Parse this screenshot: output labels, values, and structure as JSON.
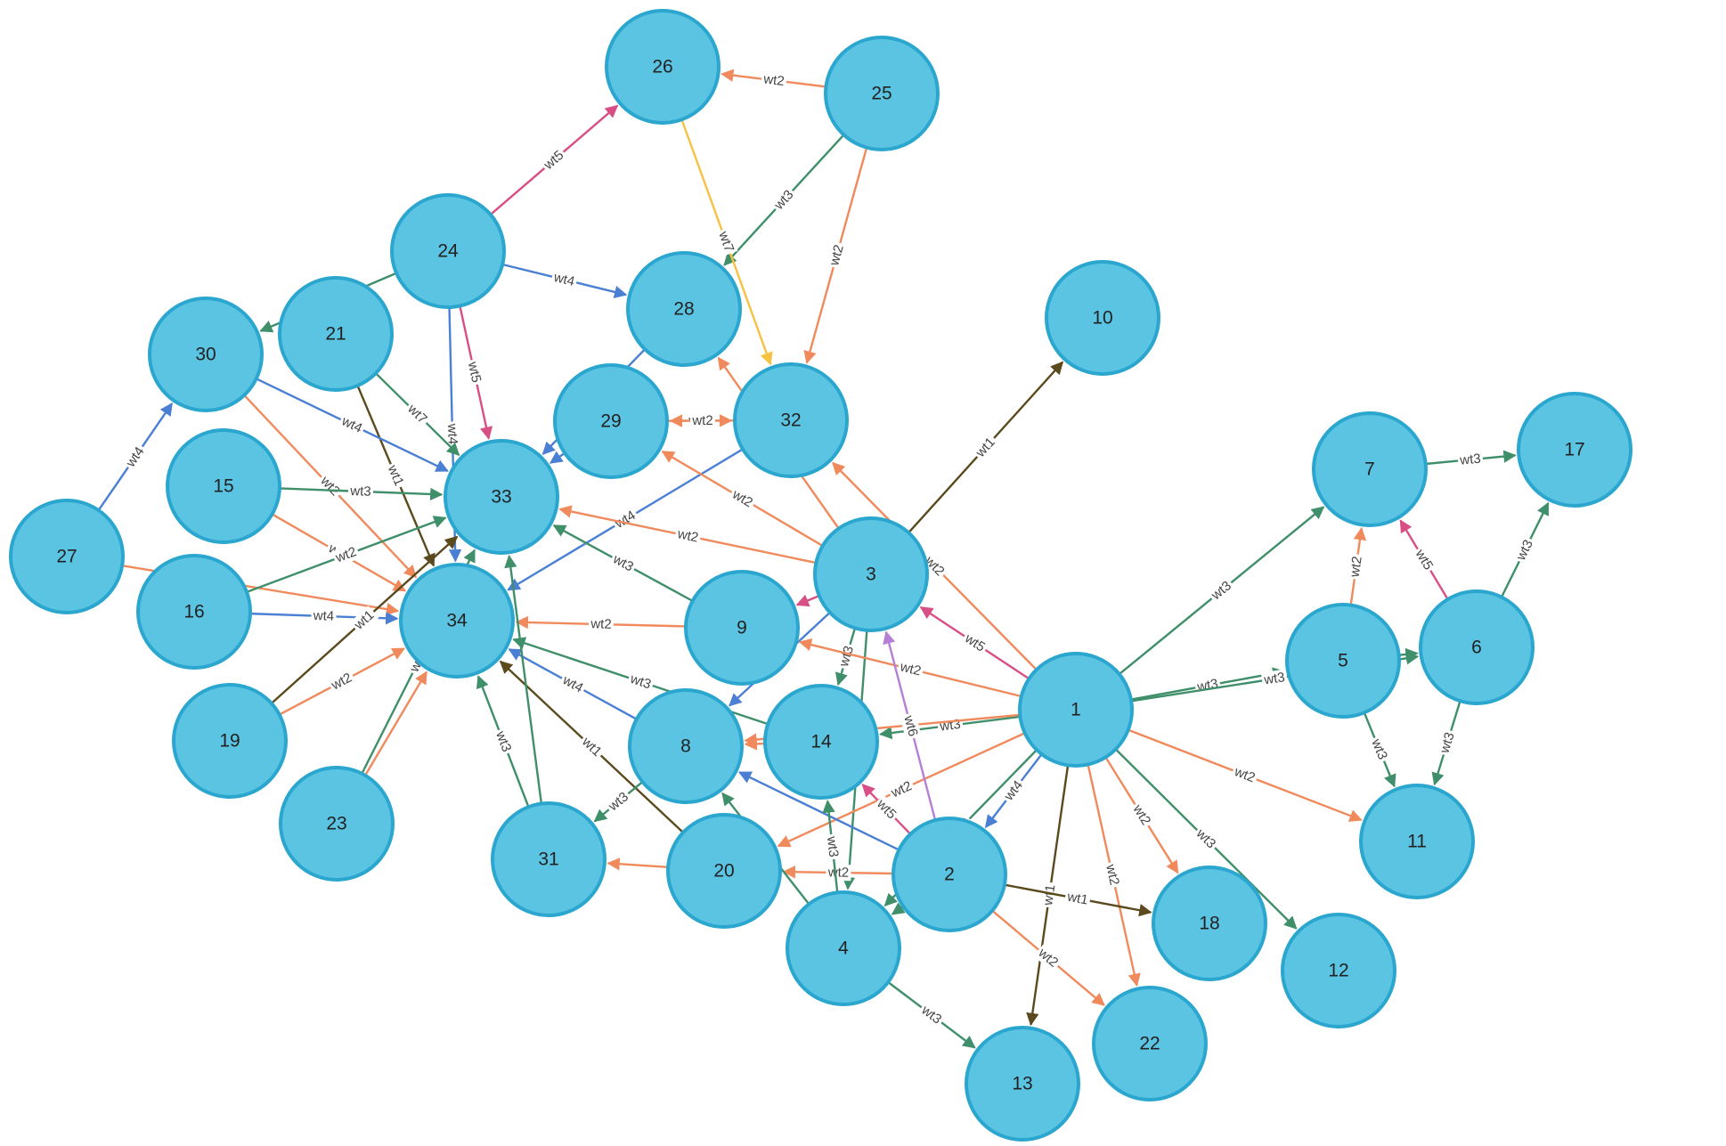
{
  "colors": {
    "node_fill": "#5bc4e3",
    "node_stroke": "#2aa6cf",
    "wt1": "#5a4a1e",
    "wt2": "#f08a5d",
    "wt3": "#3f8f6a",
    "wt4": "#4a7fd4",
    "wt5": "#d84f86",
    "wt6": "#b57fd6",
    "wt7": "#f5c242"
  },
  "nodes": [
    {
      "id": "1",
      "label": "1"
    },
    {
      "id": "2",
      "label": "2"
    },
    {
      "id": "3",
      "label": "3"
    },
    {
      "id": "4",
      "label": "4"
    },
    {
      "id": "5",
      "label": "5"
    },
    {
      "id": "6",
      "label": "6"
    },
    {
      "id": "7",
      "label": "7"
    },
    {
      "id": "8",
      "label": "8"
    },
    {
      "id": "9",
      "label": "9"
    },
    {
      "id": "10",
      "label": "10"
    },
    {
      "id": "11",
      "label": "11"
    },
    {
      "id": "12",
      "label": "12"
    },
    {
      "id": "13",
      "label": "13"
    },
    {
      "id": "14",
      "label": "14"
    },
    {
      "id": "15",
      "label": "15"
    },
    {
      "id": "16",
      "label": "16"
    },
    {
      "id": "17",
      "label": "17"
    },
    {
      "id": "18",
      "label": "18"
    },
    {
      "id": "19",
      "label": "19"
    },
    {
      "id": "20",
      "label": "20"
    },
    {
      "id": "21",
      "label": "21"
    },
    {
      "id": "22",
      "label": "22"
    },
    {
      "id": "23",
      "label": "23"
    },
    {
      "id": "24",
      "label": "24"
    },
    {
      "id": "25",
      "label": "25"
    },
    {
      "id": "26",
      "label": "26"
    },
    {
      "id": "27",
      "label": "27"
    },
    {
      "id": "28",
      "label": "28"
    },
    {
      "id": "29",
      "label": "29"
    },
    {
      "id": "30",
      "label": "30"
    },
    {
      "id": "31",
      "label": "31"
    },
    {
      "id": "32",
      "label": "32"
    },
    {
      "id": "33",
      "label": "33"
    },
    {
      "id": "34",
      "label": "34"
    }
  ],
  "edges": [
    {
      "source": "25",
      "target": "26",
      "label": "wt2",
      "weight": "wt2"
    },
    {
      "source": "25",
      "target": "28",
      "label": "wt3",
      "weight": "wt3"
    },
    {
      "source": "25",
      "target": "32",
      "label": "wt2",
      "weight": "wt2"
    },
    {
      "source": "26",
      "target": "32",
      "label": "wt7",
      "weight": "wt7"
    },
    {
      "source": "24",
      "target": "26",
      "label": "wt5",
      "weight": "wt5"
    },
    {
      "source": "24",
      "target": "28",
      "label": "wt4",
      "weight": "wt4"
    },
    {
      "source": "24",
      "target": "33",
      "label": "wt5",
      "weight": "wt5"
    },
    {
      "source": "24",
      "target": "34",
      "label": "wt4",
      "weight": "wt4"
    },
    {
      "source": "24",
      "target": "30",
      "label": "",
      "weight": "wt3"
    },
    {
      "source": "21",
      "target": "33",
      "label": "wt7",
      "weight": "wt3"
    },
    {
      "source": "21",
      "target": "34",
      "label": "wt1",
      "weight": "wt1"
    },
    {
      "source": "30",
      "target": "33",
      "label": "wt4",
      "weight": "wt4"
    },
    {
      "source": "30",
      "target": "34",
      "label": "wt2",
      "weight": "wt2"
    },
    {
      "source": "27",
      "target": "30",
      "label": "wt4",
      "weight": "wt4"
    },
    {
      "source": "27",
      "target": "34",
      "label": "",
      "weight": "wt2"
    },
    {
      "source": "15",
      "target": "33",
      "label": "wt3",
      "weight": "wt3"
    },
    {
      "source": "15",
      "target": "34",
      "label": "wt2",
      "weight": "wt2"
    },
    {
      "source": "16",
      "target": "33",
      "label": "wt2",
      "weight": "wt3"
    },
    {
      "source": "16",
      "target": "34",
      "label": "wt4",
      "weight": "wt4"
    },
    {
      "source": "19",
      "target": "33",
      "label": "wt1",
      "weight": "wt1"
    },
    {
      "source": "19",
      "target": "34",
      "label": "wt2",
      "weight": "wt2"
    },
    {
      "source": "23",
      "target": "33",
      "label": "wt3",
      "weight": "wt3"
    },
    {
      "source": "23",
      "target": "34",
      "label": "",
      "weight": "wt2"
    },
    {
      "source": "29",
      "target": "32",
      "label": "wt2",
      "weight": "wt2"
    },
    {
      "source": "32",
      "target": "29",
      "label": "wt2",
      "weight": "wt2"
    },
    {
      "source": "29",
      "target": "33",
      "label": "",
      "weight": "wt4"
    },
    {
      "source": "28",
      "target": "33",
      "label": "",
      "weight": "wt4"
    },
    {
      "source": "32",
      "target": "34",
      "label": "wt4",
      "weight": "wt4"
    },
    {
      "source": "3",
      "target": "28",
      "label": "",
      "weight": "wt2"
    },
    {
      "source": "3",
      "target": "33",
      "label": "wt2",
      "weight": "wt2"
    },
    {
      "source": "3",
      "target": "29",
      "label": "wt2",
      "weight": "wt2"
    },
    {
      "source": "3",
      "target": "10",
      "label": "wt1",
      "weight": "wt1"
    },
    {
      "source": "3",
      "target": "9",
      "label": "",
      "weight": "wt5"
    },
    {
      "source": "3",
      "target": "8",
      "label": "",
      "weight": "wt4"
    },
    {
      "source": "3",
      "target": "14",
      "label": "wt3",
      "weight": "wt3"
    },
    {
      "source": "3",
      "target": "4",
      "label": "wt3",
      "weight": "wt3"
    },
    {
      "source": "9",
      "target": "34",
      "label": "wt2",
      "weight": "wt2"
    },
    {
      "source": "9",
      "target": "33",
      "label": "wt3",
      "weight": "wt3"
    },
    {
      "source": "8",
      "target": "34",
      "label": "wt4",
      "weight": "wt4"
    },
    {
      "source": "14",
      "target": "8",
      "label": "",
      "weight": "wt2"
    },
    {
      "source": "14",
      "target": "34",
      "label": "wt3",
      "weight": "wt3"
    },
    {
      "source": "1",
      "target": "3",
      "label": "wt5",
      "weight": "wt5"
    },
    {
      "source": "1",
      "target": "32",
      "label": "wt2",
      "weight": "wt2"
    },
    {
      "source": "1",
      "target": "9",
      "label": "wt2",
      "weight": "wt2"
    },
    {
      "source": "1",
      "target": "14",
      "label": "wt3",
      "weight": "wt3"
    },
    {
      "source": "1",
      "target": "4",
      "label": "wt2",
      "weight": "wt3"
    },
    {
      "source": "1",
      "target": "2",
      "label": "wt4",
      "weight": "wt4"
    },
    {
      "source": "1",
      "target": "20",
      "label": "wt2",
      "weight": "wt2"
    },
    {
      "source": "1",
      "target": "7",
      "label": "wt3",
      "weight": "wt3"
    },
    {
      "source": "1",
      "target": "5",
      "label": "wt3",
      "weight": "wt3"
    },
    {
      "source": "1",
      "target": "6",
      "label": "wt3",
      "weight": "wt3"
    },
    {
      "source": "1",
      "target": "11",
      "label": "wt2",
      "weight": "wt2"
    },
    {
      "source": "1",
      "target": "12",
      "label": "wt3",
      "weight": "wt3"
    },
    {
      "source": "1",
      "target": "18",
      "label": "wt2",
      "weight": "wt2"
    },
    {
      "source": "1",
      "target": "22",
      "label": "wt2",
      "weight": "wt2"
    },
    {
      "source": "1",
      "target": "13",
      "label": "wt1",
      "weight": "wt1"
    },
    {
      "source": "1",
      "target": "8",
      "label": "",
      "weight": "wt2"
    },
    {
      "source": "5",
      "target": "6",
      "label": "",
      "weight": "wt3"
    },
    {
      "source": "5",
      "target": "7",
      "label": "wt2",
      "weight": "wt2"
    },
    {
      "source": "5",
      "target": "11",
      "label": "wt3",
      "weight": "wt3"
    },
    {
      "source": "6",
      "target": "7",
      "label": "wt5",
      "weight": "wt5"
    },
    {
      "source": "6",
      "target": "11",
      "label": "wt3",
      "weight": "wt3"
    },
    {
      "source": "6",
      "target": "17",
      "label": "wt3",
      "weight": "wt3"
    },
    {
      "source": "7",
      "target": "17",
      "label": "wt3",
      "weight": "wt3"
    },
    {
      "source": "2",
      "target": "3",
      "label": "wt6",
      "weight": "wt6"
    },
    {
      "source": "2",
      "target": "8",
      "label": "",
      "weight": "wt4"
    },
    {
      "source": "2",
      "target": "14",
      "label": "wt5",
      "weight": "wt5"
    },
    {
      "source": "2",
      "target": "20",
      "label": "wt2",
      "weight": "wt2"
    },
    {
      "source": "2",
      "target": "4",
      "label": "",
      "weight": "wt3"
    },
    {
      "source": "2",
      "target": "18",
      "label": "wt1",
      "weight": "wt1"
    },
    {
      "source": "2",
      "target": "22",
      "label": "wt2",
      "weight": "wt2"
    },
    {
      "source": "4",
      "target": "14",
      "label": "wt3",
      "weight": "wt3"
    },
    {
      "source": "4",
      "target": "8",
      "label": "",
      "weight": "wt3"
    },
    {
      "source": "4",
      "target": "13",
      "label": "wt3",
      "weight": "wt3"
    },
    {
      "source": "20",
      "target": "31",
      "label": "",
      "weight": "wt2"
    },
    {
      "source": "20",
      "target": "34",
      "label": "wt1",
      "weight": "wt1"
    },
    {
      "source": "8",
      "target": "31",
      "label": "wt3",
      "weight": "wt3"
    },
    {
      "source": "31",
      "target": "34",
      "label": "wt3",
      "weight": "wt3"
    },
    {
      "source": "31",
      "target": "33",
      "label": "",
      "weight": "wt3"
    }
  ]
}
